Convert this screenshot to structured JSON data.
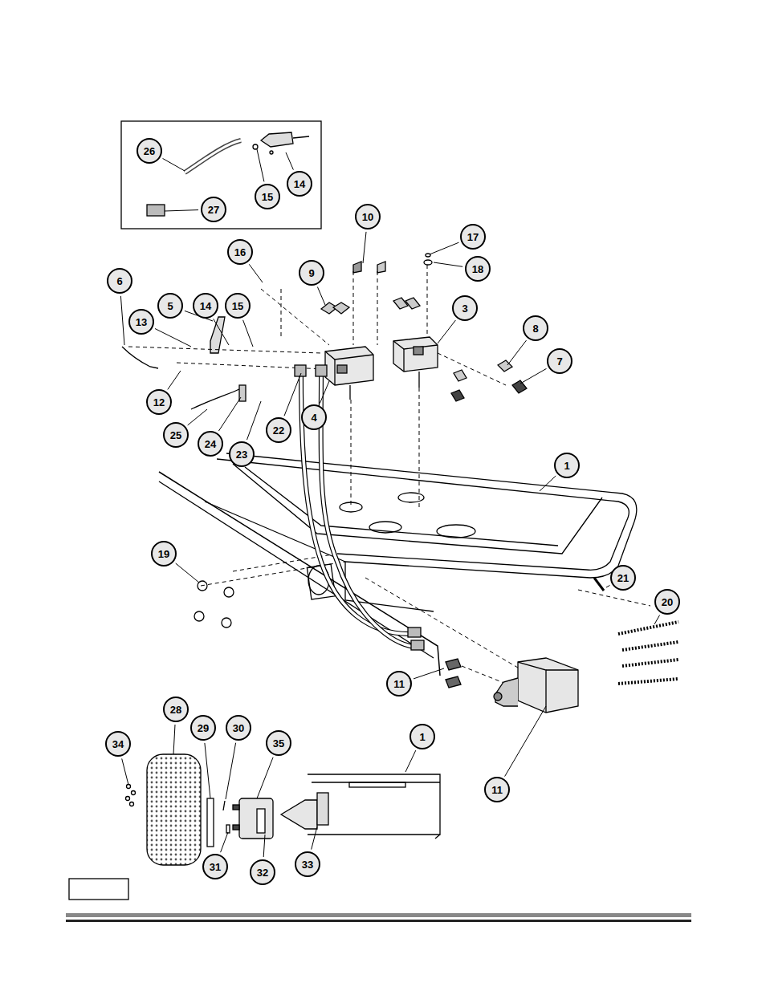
{
  "diagram": {
    "labels": [
      "26",
      "14",
      "15",
      "27",
      "10",
      "17",
      "18",
      "16",
      "9",
      "6",
      "5",
      "14",
      "15",
      "13",
      "3",
      "8",
      "7",
      "12",
      "4",
      "25",
      "24",
      "23",
      "22",
      "1",
      "19",
      "21",
      "20",
      "11",
      "28",
      "29",
      "30",
      "34",
      "35",
      "1",
      "11",
      "31",
      "32",
      "33"
    ]
  }
}
